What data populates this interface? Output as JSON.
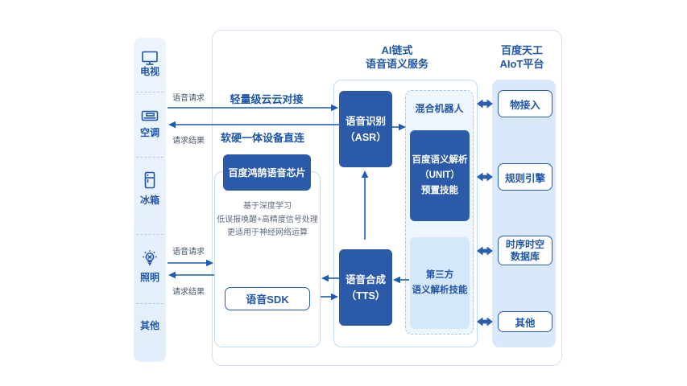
{
  "devices": {
    "items": [
      {
        "label": "电视",
        "icon": "tv-icon"
      },
      {
        "label": "空调",
        "icon": "air-conditioner-icon"
      },
      {
        "label": "冰箱",
        "icon": "fridge-icon"
      },
      {
        "label": "照明",
        "icon": "light-bulb-icon"
      },
      {
        "label": "其他",
        "icon": ""
      }
    ]
  },
  "headers": {
    "ai_service_line1": "AI链式",
    "ai_service_line2": "语音语义服务",
    "aiot_line1": "百度天工",
    "aiot_line2": "AIoT平台"
  },
  "connections": {
    "top": {
      "request_label": "语音请求",
      "result_label": "请求结果",
      "link_top": "轻量级云云对接",
      "link_bottom": "软硬一体设备直连"
    },
    "bottom": {
      "request_label": "语音请求",
      "result_label": "请求结果"
    }
  },
  "chip": {
    "title": "百度鸿鹄语音芯片",
    "desc_line1": "基于深度学习",
    "desc_line2": "低误报唤醒+高精度信号处理",
    "desc_line3": "更适用于神经网络运算",
    "sdk_label": "语音SDK"
  },
  "asr": {
    "line1": "语音识别",
    "line2": "（ASR）"
  },
  "tts": {
    "line1": "语音合成",
    "line2": "（TTS）"
  },
  "robot": {
    "title": "混合机器人",
    "unit_line1": "百度语义解析",
    "unit_line2": "（UNIT）",
    "unit_line3": "预置技能",
    "third_line1": "第三方",
    "third_line2": "语义解析技能"
  },
  "aiot": {
    "items": [
      {
        "label": "物接入"
      },
      {
        "label": "规则引擎"
      },
      {
        "label": "时序时空",
        "label2": "数据库"
      },
      {
        "label": "其他"
      }
    ]
  },
  "colors": {
    "dark_box": "#2b5aa8",
    "arrow": "#1a5cb5",
    "double_arrow": "#2b5fad",
    "panel_light": "#e9f2fc",
    "right_panel": "#d9e9fb",
    "accent_text": "#2156a5"
  }
}
